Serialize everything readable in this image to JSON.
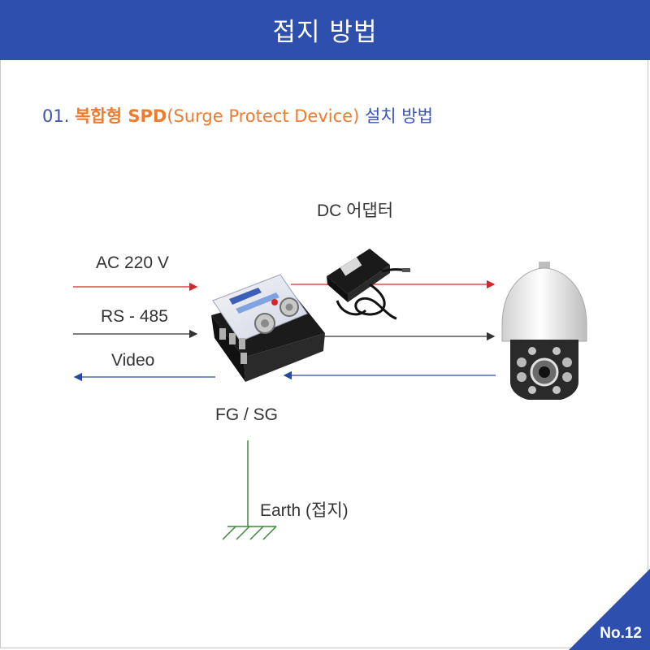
{
  "header": {
    "title": "접지 방법"
  },
  "section": {
    "number": "01.",
    "highlight": "복합형 SPD",
    "paren": "(Surge Protect Device)",
    "tail": "설치 방법"
  },
  "labels": {
    "dc_adapter": "DC 어댑터",
    "ac": "AC 220 V",
    "rs485": "RS - 485",
    "video": "Video",
    "fg_sg": "FG / SG",
    "earth": "Earth (접지)"
  },
  "page_number": "No.12",
  "colors": {
    "header": "#2f4fae",
    "accent_orange": "#f07b2d",
    "power_line": "#d7262b",
    "data_line": "#333333",
    "video_line": "#2b48a0",
    "earth_line": "#3a8a3a"
  },
  "icons": {
    "spd": "surge-protector-device-icon",
    "adapter": "dc-adapter-icon",
    "camera": "ptz-dome-camera-icon",
    "ground": "ground-symbol-icon"
  }
}
